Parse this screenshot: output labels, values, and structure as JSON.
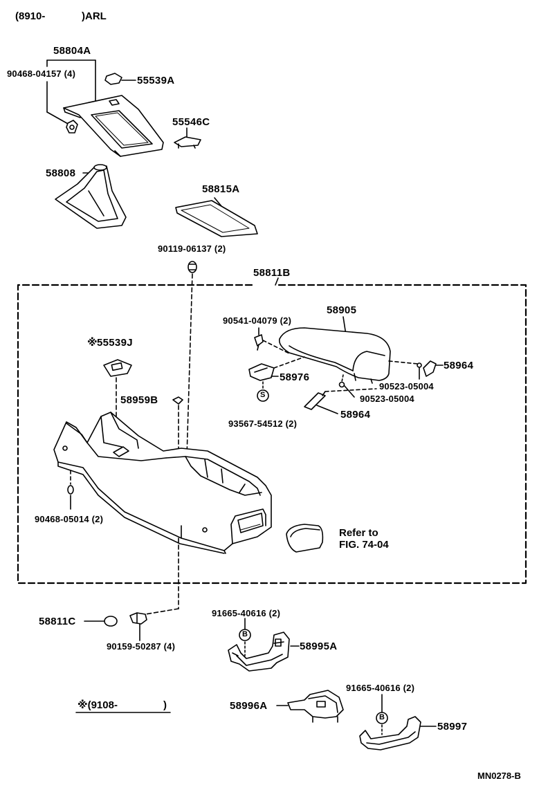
{
  "header": {
    "model_range": "(8910-",
    "engine": ")ARL"
  },
  "parts": {
    "p58804A": "58804A",
    "p90468_04157": "90468-04157 (4)",
    "p55539A": "55539A",
    "p55546C": "55546C",
    "p58808": "58808",
    "p58815A": "58815A",
    "p90119_06137": "90119-06137 (2)",
    "p58811B": "58811B",
    "p58905": "58905",
    "p90541_04079": "90541-04079 (2)",
    "p55539J": "55539J",
    "p55539J_mark": "※",
    "p58976": "58976",
    "p58964_a": "58964",
    "p90523_05004_a": "90523-05004",
    "p90523_05004_b": "90523-05004",
    "p58964_b": "58964",
    "p58959B": "58959B",
    "p93567_54512": "93567-54512 (2)",
    "p90468_05014": "90468-05014 (2)",
    "p58811C": "58811C",
    "p90159_50287": "90159-50287 (4)",
    "p91665_40616_a": "91665-40616 (2)",
    "p58995A": "58995A",
    "p58996A": "58996A",
    "p91665_40616_b": "91665-40616 (2)",
    "p58997": "58997"
  },
  "markers": {
    "s": "S",
    "b1": "B",
    "b2": "B"
  },
  "refer": {
    "line1": "Refer to",
    "line2": "FIG. 74-04"
  },
  "footnote": {
    "text": "※(9108-",
    "close": ")"
  },
  "figure_code": "MN0278-B"
}
